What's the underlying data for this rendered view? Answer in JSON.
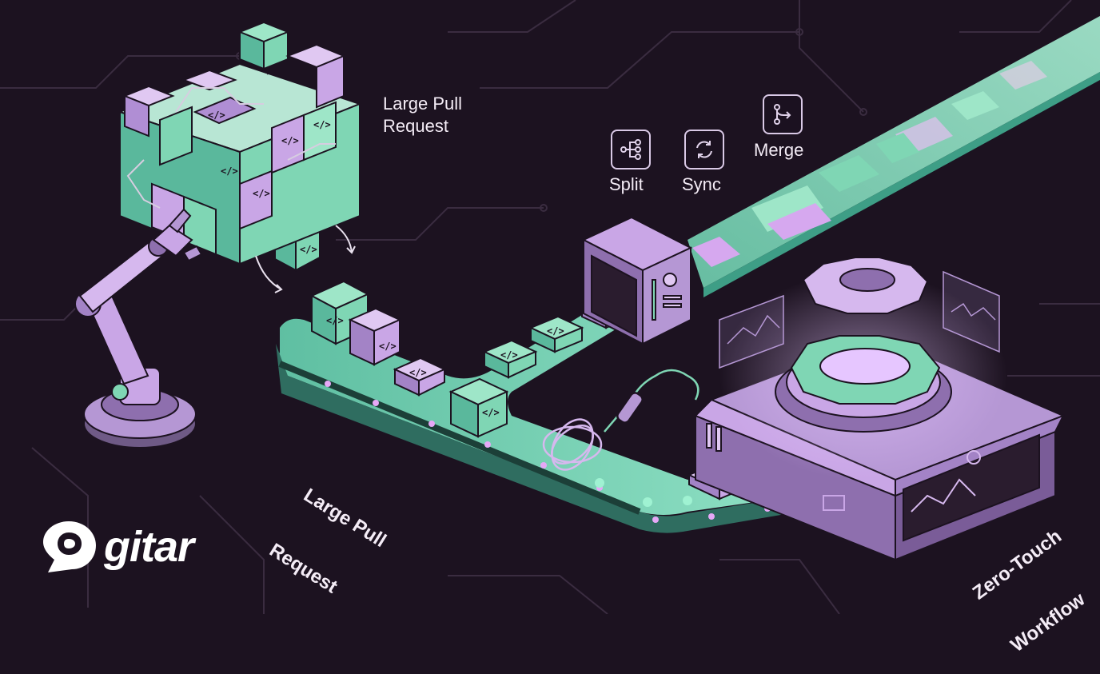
{
  "labels": {
    "large_pull_request_top_line1": "Large Pull",
    "large_pull_request_top_line2": "Request",
    "large_pull_request_belt_line1": "Large Pull",
    "large_pull_request_belt_line2": "Request",
    "zero_touch_line1": "Zero-Touch",
    "zero_touch_line2": "Workflow"
  },
  "tools": [
    {
      "label": "Split",
      "icon": "split-icon"
    },
    {
      "label": "Sync",
      "icon": "sync-icon"
    },
    {
      "label": "Merge",
      "icon": "merge-icon"
    }
  ],
  "code_glyph": "</>",
  "logo": {
    "wordmark": "gitar",
    "icon": "gitar-logo-icon"
  },
  "colors": {
    "background": "#1c1220",
    "mint": "#7fd6b4",
    "mint_dark": "#3e9e86",
    "lavender": "#c9a6e6",
    "lavender_dark": "#8e6fae",
    "circuit": "#3a2c40"
  }
}
